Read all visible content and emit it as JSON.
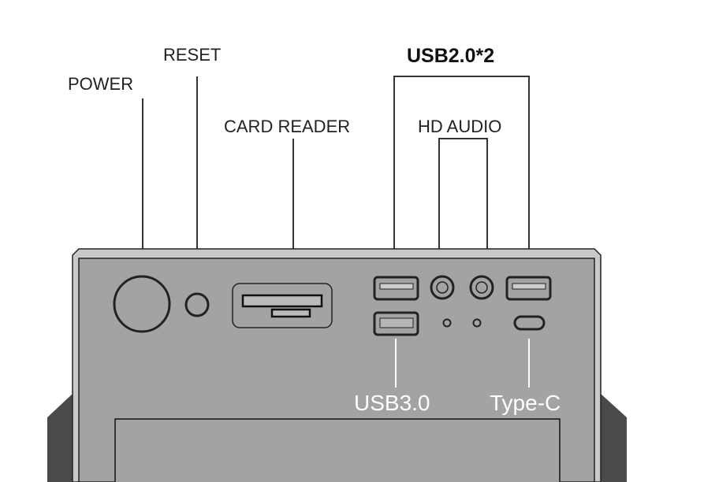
{
  "labels": {
    "power": "POWER",
    "reset": "RESET",
    "card_reader": "CARD READER",
    "usb2": "USB2.0*2",
    "hd_audio": "HD AUDIO",
    "usb3": "USB3.0",
    "type_c": "Type-C"
  },
  "colors": {
    "panel": "#a3a3a3",
    "line": "#333333"
  }
}
